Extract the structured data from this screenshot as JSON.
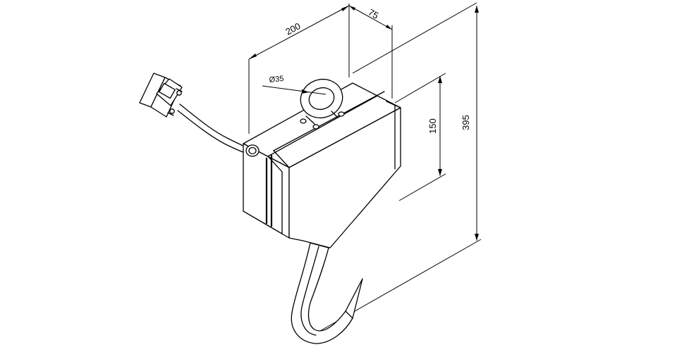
{
  "drawing": {
    "dimensions": {
      "width": "200",
      "depth": "75",
      "ring_diameter": "Ø35",
      "body_height": "150",
      "total_height": "395"
    },
    "line_color": "#000000",
    "background_color": "#ffffff"
  }
}
